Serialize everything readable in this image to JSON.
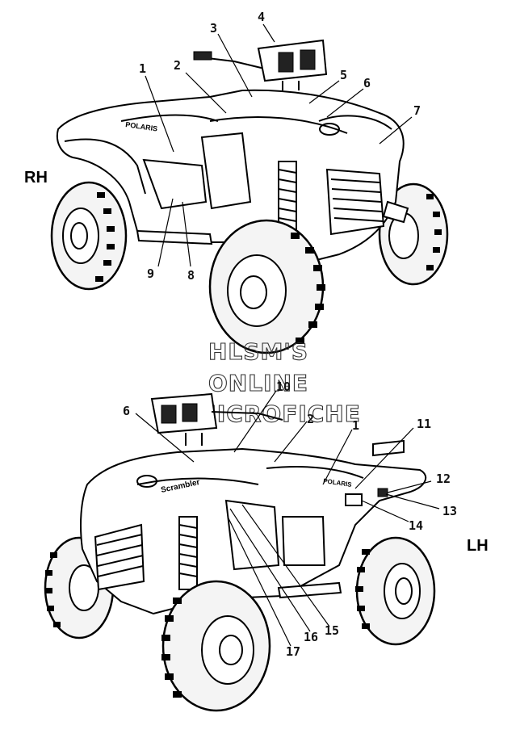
{
  "views": {
    "rh": {
      "side_label": "RH",
      "callouts": [
        "1",
        "2",
        "3",
        "4",
        "5",
        "6",
        "7",
        "8",
        "9"
      ]
    },
    "lh": {
      "side_label": "LH",
      "callouts": [
        "6",
        "10",
        "2",
        "1",
        "11",
        "12",
        "13",
        "14",
        "15",
        "16",
        "17"
      ]
    }
  },
  "watermark": {
    "line1": "HLSM'S",
    "line2": "ONLINE",
    "line3": "MICROFICHE"
  }
}
